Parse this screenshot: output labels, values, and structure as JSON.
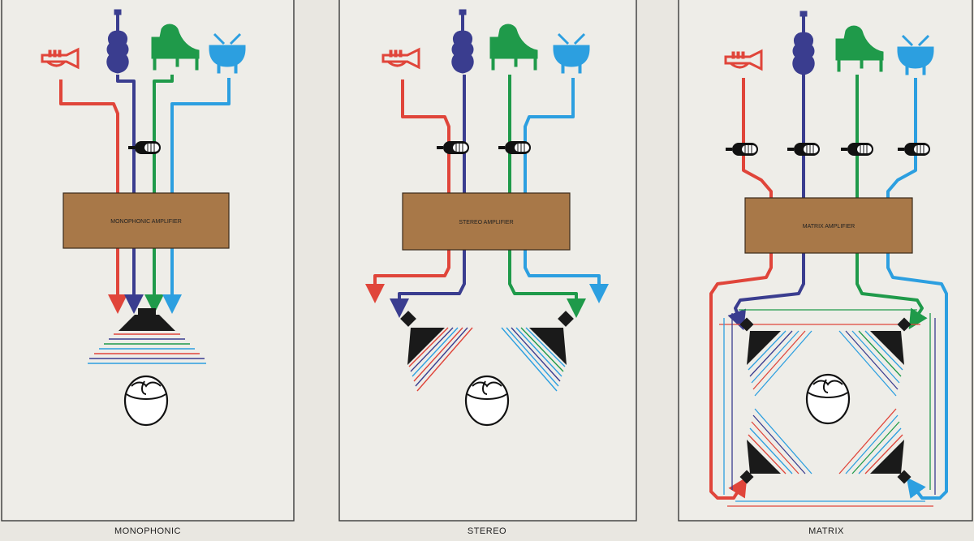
{
  "colors": {
    "paper": "#eeede8",
    "frame": "#3a3a3a",
    "red": "#e0453a",
    "navy": "#3a3d8f",
    "green": "#1f9a4a",
    "blue": "#2c9fe0",
    "amplifier": "#a87848",
    "speaker": "#1a1a1a"
  },
  "instruments": [
    {
      "name": "trumpet",
      "icon": "trumpet-icon",
      "color": "#e0453a"
    },
    {
      "name": "violin",
      "icon": "violin-icon",
      "color": "#3a3d8f"
    },
    {
      "name": "piano",
      "icon": "grand-piano-icon",
      "color": "#1f9a4a"
    },
    {
      "name": "drum",
      "icon": "drum-icon",
      "color": "#2c9fe0"
    }
  ],
  "panels": [
    {
      "id": "mono",
      "caption": "MONOPHONIC",
      "amplifier_label": "MONOPHONIC AMPLIFIER",
      "microphones": 1,
      "speakers": 1
    },
    {
      "id": "stereo",
      "caption": "STEREO",
      "amplifier_label": "STEREO AMPLIFIER",
      "microphones": 2,
      "speakers": 2
    },
    {
      "id": "matrix",
      "caption": "MATRIX",
      "amplifier_label": "MATRIX AMPLIFIER",
      "microphones": 4,
      "speakers": 4
    }
  ]
}
